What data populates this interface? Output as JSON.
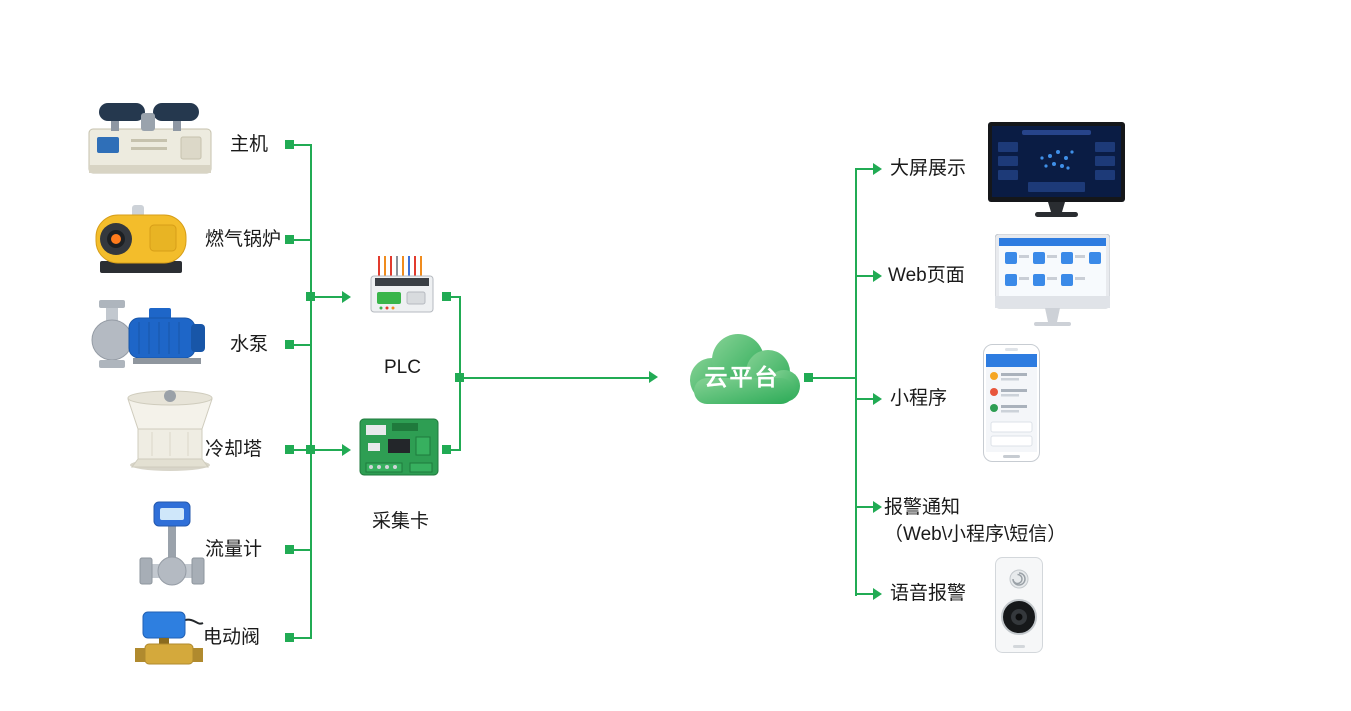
{
  "diagram": {
    "accent_green": "#21ab54",
    "devices": [
      {
        "label": "主机"
      },
      {
        "label": "燃气锅炉"
      },
      {
        "label": "水泵"
      },
      {
        "label": "冷却塔"
      },
      {
        "label": "流量计"
      },
      {
        "label": "电动阀"
      }
    ],
    "gateways": {
      "plc_label": "PLC",
      "card_label": "采集卡"
    },
    "cloud": {
      "label": "云平台"
    },
    "outputs": [
      {
        "label": "大屏展示"
      },
      {
        "label": "Web页面"
      },
      {
        "label": "小程序"
      },
      {
        "label": "报警通知",
        "sublabel": "（Web\\小程序\\短信）"
      },
      {
        "label": "语音报警"
      }
    ]
  }
}
